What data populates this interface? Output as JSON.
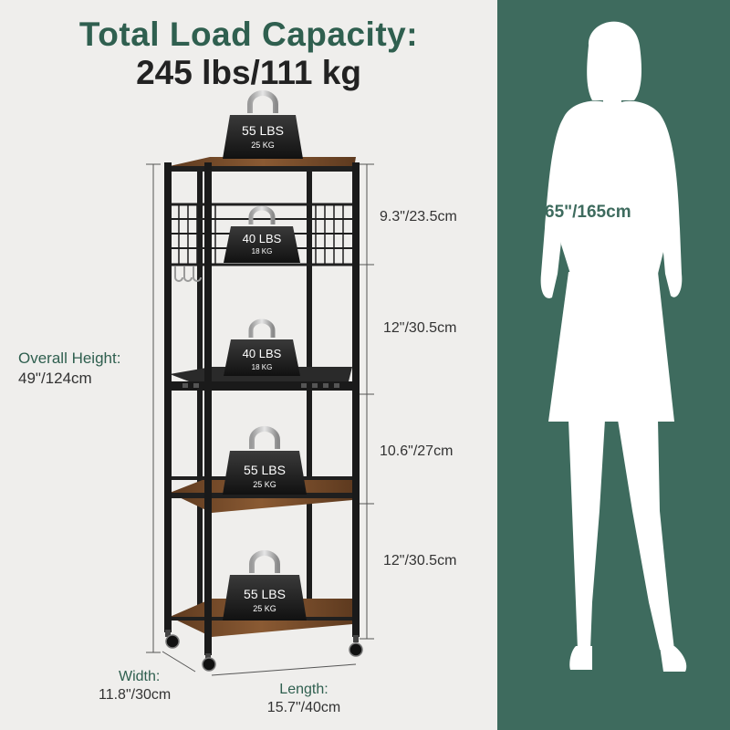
{
  "headline": {
    "line1": "Total Load Capacity:",
    "line2": "245 lbs/111 kg"
  },
  "weights": [
    {
      "lbs": "55 LBS",
      "kg": "25 KG"
    },
    {
      "lbs": "40 LBS",
      "kg": "18 KG"
    },
    {
      "lbs": "40 LBS",
      "kg": "18 KG"
    },
    {
      "lbs": "55 LBS",
      "kg": "25 KG"
    },
    {
      "lbs": "55 LBS",
      "kg": "25 KG"
    }
  ],
  "dimensions": {
    "tier_gaps": [
      "9.3\"/23.5cm",
      "12\"/30.5cm",
      "10.6\"/27cm",
      "12\"/30.5cm"
    ],
    "overall_label": "Overall Height:",
    "overall_value": "49\"/124cm",
    "width_label": "Width:",
    "width_value": "11.8\"/30cm",
    "length_label": "Length:",
    "length_value": "15.7\"/40cm"
  },
  "person": {
    "height": "65\"/165cm"
  },
  "colors": {
    "left_background": "#efeeec",
    "right_background": "#3e6b5e",
    "headline_green": "#2f5f4f",
    "frame": "#1f1f1f",
    "wood": "#7a4e2d",
    "silhouette": "#ffffff"
  }
}
